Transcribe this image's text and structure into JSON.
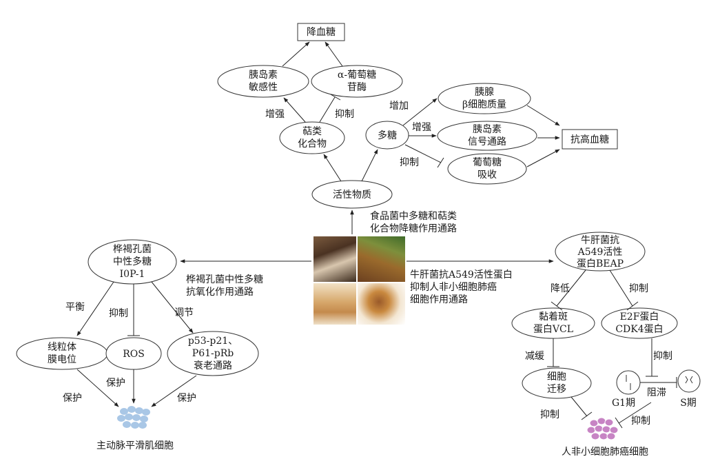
{
  "nodes": {
    "lower_blood_sugar": "降血糖",
    "insulin_sensitivity": [
      "胰岛素",
      "敏感性"
    ],
    "alpha_glucosidase": [
      "α-葡萄糖",
      "苷酶"
    ],
    "terpenoids": [
      "萜类",
      "化合物"
    ],
    "polysaccharide": "多糖",
    "beta_cell_mass": [
      "胰腺",
      "β细胞质量"
    ],
    "insulin_signaling": [
      "胰岛素",
      "信号通路"
    ],
    "glucose_absorption": [
      "葡萄糖",
      "吸收"
    ],
    "anti_hyperglycemia": "抗高血糖",
    "active_substance": "活性物质",
    "iop1": [
      "桦褐孔菌",
      "中性多糖",
      "I0P-1"
    ],
    "mito_potential": [
      "线粒体",
      "膜电位"
    ],
    "ros": "ROS",
    "senescence_path": [
      "p53-p21、",
      "P61-pRb",
      "衰老通路"
    ],
    "aortic_cells": "主动脉平滑肌细胞",
    "beap": [
      "牛肝菌抗",
      "A549活性",
      "蛋白BEAP"
    ],
    "vcl": [
      "黏着斑",
      "蛋白VCL"
    ],
    "e2f_cdk4": [
      "E2F蛋白",
      "CDK4蛋白"
    ],
    "cell_migration": [
      "细胞",
      "迁移"
    ],
    "g1_phase": "G1期",
    "s_phase": "S期",
    "lung_cancer_cells": "人非小细胞肺癌细胞"
  },
  "edge_labels": {
    "enhance_1": "增强",
    "inhibit_1": "抑制",
    "increase": "增加",
    "enhance_2": "增强",
    "inhibit_2": "抑制",
    "balance": "平衡",
    "inhibit_3": "抑制",
    "regulate": "调节",
    "protect_1": "保护",
    "protect_2": "保护",
    "protect_3": "保护",
    "reduce": "降低",
    "inhibit_4": "抑制",
    "slow_down": "减缓",
    "inhibit_5": "抑制",
    "block": "阻滞",
    "inhibit_6": "抑制",
    "inhibit_7": "抑制"
  },
  "pathway_captions": {
    "hypoglycemic": [
      "食品菌中多糖和萜类",
      "化合物降糖作用通路"
    ],
    "antioxidant": [
      "桦褐孔菌中性多糖",
      "抗氧化作用通路"
    ],
    "anticancer": [
      "牛肝菌抗A549活性蛋白",
      "抑制人非小细胞肺癌",
      "细胞作用通路"
    ]
  },
  "colors": {
    "smooth_muscle_cells": "#a9c7e6",
    "lung_cancer_cells": "#c784c4"
  }
}
